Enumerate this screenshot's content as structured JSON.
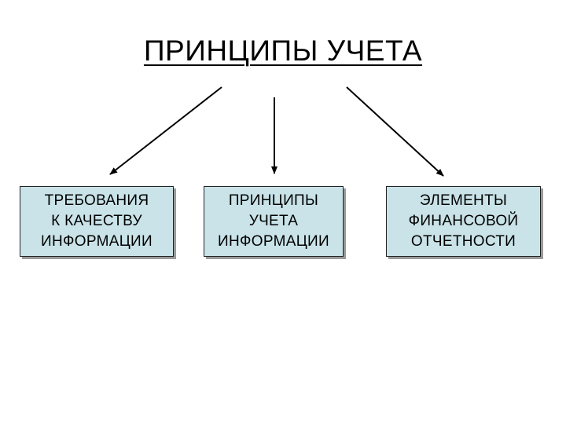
{
  "title": "ПРИНЦИПЫ УЧЕТА",
  "boxes": [
    {
      "lines": [
        "ТРЕБОВАНИЯ",
        "К КАЧЕСТВУ",
        "ИНФОРМАЦИИ"
      ]
    },
    {
      "lines": [
        "ПРИНЦИПЫ",
        "УЧЕТА",
        "ИНФОРМАЦИИ"
      ]
    },
    {
      "lines": [
        "ЭЛЕМЕНТЫ",
        "ФИНАНСОВОЙ",
        "ОТЧЕТНОСТИ"
      ]
    }
  ],
  "colors": {
    "box_fill": "#c9e3e8",
    "box_border": "#222222",
    "arrow": "#000000"
  }
}
